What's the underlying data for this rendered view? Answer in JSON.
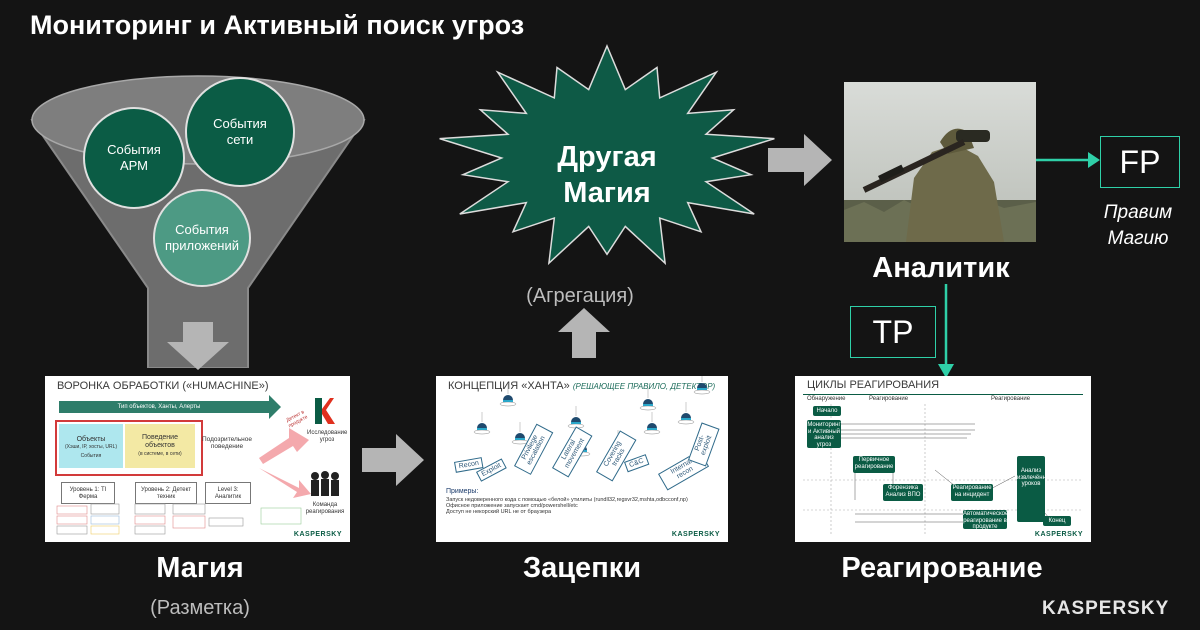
{
  "title": "Мониторинг и Активный поиск угроз",
  "funnel": {
    "circles": [
      "События АРМ",
      "События сети",
      "События приложений"
    ]
  },
  "star": {
    "line1": "Другая",
    "line2": "Магия",
    "caption": "(Агрегация)"
  },
  "analyst": {
    "label": "Аналитик",
    "fp": "FP",
    "fp_note_line1": "Правим",
    "fp_note_line2": "Магию",
    "tp": "TP"
  },
  "sections": {
    "magic": {
      "label": "Магия",
      "caption": "(Разметка)"
    },
    "hooks": {
      "label": "Зацепки"
    },
    "response": {
      "label": "Реагирование"
    }
  },
  "slide1": {
    "title": "ВОРОНКА ОБРАБОТКИ («HUMACHINE»)",
    "banner": "Тип объектов, Ханты, Алерты",
    "objects_title": "Объекты",
    "objects_sub": "(Хэши, IP, хосты, URL)",
    "events": "События",
    "behavior_title": "Поведение объектов",
    "behavior_sub": "(в системе, в сети)",
    "suspicious": "Подозрительное поведение",
    "detect_to_product": "Детект в продукте",
    "research_team": "Исследование угроз",
    "response_team": "Команда реагирования",
    "level1": "Уровень 1: TI Ферма",
    "level2": "Уровень 2: Детект техник",
    "level3": "Level 3: Аналитик",
    "brand": "KASPERSKY"
  },
  "slide2": {
    "title": "КОНЦЕПЦИЯ «ХАНТА»",
    "title_note": "(РЕШАЮЩЕЕ ПРАВИЛО, ДЕТЕКТОР)",
    "stages": [
      "Recon",
      "Exploit",
      "Privilege escalation",
      "Lateral movement",
      "Covering tracks",
      "C&C",
      "Internal recon",
      "Post-exploit"
    ],
    "examples_title": "Примеры:",
    "examples": [
      "Запуск недоверенного кода с помощью «белой» утилиты (rundll32,regsvr32,mshta,odbcconf,np)",
      "Офисное приложение запускает cmd/powershell/etc",
      "Доступ не некорский URL не от браузера"
    ],
    "brand": "KASPERSKY"
  },
  "slide3": {
    "title": "ЦИКЛЫ РЕАГИРОВАНИЯ",
    "col_detection": "Обнаружение",
    "col_response": "Реагирование",
    "col_response2": "Реагирование",
    "start": "Начало",
    "monitoring": "Мониторинг и Активный анализ угроз",
    "primary": "Первичное реагирование",
    "forensics": "Форензика Анализ ВПО",
    "incident": "Реагирование на инцидент",
    "auto": "Автоматическое реагирование в продукте",
    "lessons": "Анализ извлечённых уроков",
    "end": "Конец",
    "brand": "KASPERSKY"
  },
  "brand": "KASPERSKY"
}
